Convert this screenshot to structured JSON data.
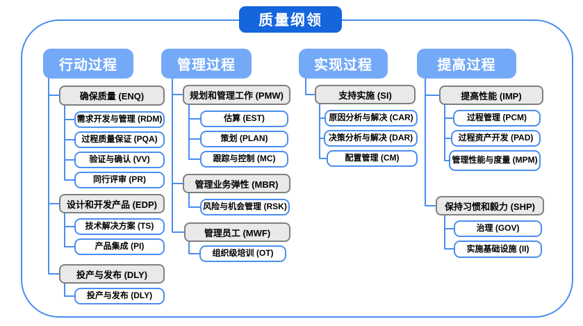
{
  "title": "质量纲领",
  "colors": {
    "title_bg": "#1565dd",
    "header_bg": "#74a9f7",
    "connector": "#4a8df0",
    "group_fill": "#e9e9e9",
    "group_border": "#7f7f7f",
    "item_border": "#4a8df0",
    "frame_border": "#4a8df0"
  },
  "columns": [
    {
      "header": "行动过程",
      "groups": [
        {
          "label": "确保质量 (ENQ)",
          "children": [
            "需求开发与管理 (RDM)",
            "过程质量保证 (PQA)",
            "验证与确认 (VV)",
            "同行评审 (PR)"
          ]
        },
        {
          "label": "设计和开发产品 (EDP)",
          "children": [
            "技术解决方案 (TS)",
            "产品集成 (PI)"
          ]
        },
        {
          "label": "投产与发布 (DLY)",
          "children": [
            "投产与发布 (DLY)"
          ]
        }
      ]
    },
    {
      "header": "管理过程",
      "groups": [
        {
          "label": "规划和管理工作 (PMW)",
          "children": [
            "估算 (EST)",
            "策划 (PLAN)",
            "跟踪与控制 (MC)"
          ]
        },
        {
          "label": "管理业务弹性 (MBR)",
          "children": [
            "风险与机会管理 (RSK)"
          ]
        },
        {
          "label": "管理员工 (MWF)",
          "children": [
            "组织级培训 (OT)"
          ]
        }
      ]
    },
    {
      "header": "实现过程",
      "groups": [
        {
          "label": "支持实施 (SI)",
          "children": [
            "原因分析与解决 (CAR)",
            "决策分析与解决 (DAR)",
            "配置管理 (CM)"
          ]
        }
      ]
    },
    {
      "header": "提高过程",
      "groups": [
        {
          "label": "提高性能 (IMP)",
          "children": [
            "过程管理 (PCM)",
            "过程资产开发 (PAD)",
            "管理性能与度量 (MPM)"
          ]
        },
        {
          "label": "保持习惯和毅力 (SHP)",
          "children": [
            "治理 (GOV)",
            "实施基础设施 (II)"
          ]
        }
      ]
    }
  ]
}
